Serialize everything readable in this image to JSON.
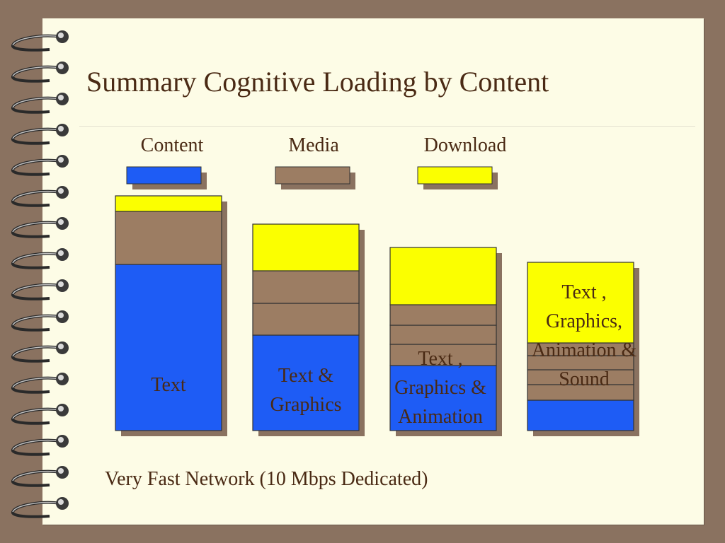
{
  "title": "Summary Cognitive Loading by Content",
  "chart_data": {
    "type": "bar",
    "stacked": true,
    "legend": [
      {
        "name": "Content",
        "color": "#1e5cf5"
      },
      {
        "name": "Media",
        "color": "#9c7d63"
      },
      {
        "name": "Download",
        "color": "#fbff00"
      }
    ],
    "bars": [
      {
        "label": "Text",
        "segments": [
          {
            "series": "Content",
            "value": 235
          },
          {
            "series": "Media",
            "value": 75
          },
          {
            "series": "Download",
            "value": 22
          }
        ]
      },
      {
        "label": "Text & Graphics",
        "segments": [
          {
            "series": "Content",
            "value": 135
          },
          {
            "series": "Media",
            "value": 45
          },
          {
            "series": "Media",
            "value": 46
          },
          {
            "series": "Download",
            "value": 66
          }
        ]
      },
      {
        "label": "Text , Graphics & Animation",
        "segments": [
          {
            "series": "Content",
            "value": 92
          },
          {
            "series": "Media",
            "value": 30
          },
          {
            "series": "Media",
            "value": 27
          },
          {
            "series": "Media",
            "value": 29
          },
          {
            "series": "Download",
            "value": 81
          }
        ]
      },
      {
        "label": "Text , Graphics, Animation & Sound",
        "segments": [
          {
            "series": "Content",
            "value": 43
          },
          {
            "series": "Media",
            "value": 22
          },
          {
            "series": "Media",
            "value": 21
          },
          {
            "series": "Media",
            "value": 20
          },
          {
            "series": "Media",
            "value": 18
          },
          {
            "series": "Download",
            "value": 114
          }
        ]
      }
    ]
  },
  "subtitle": "Very Fast Network (10 Mbps Dedicated)",
  "colors": {
    "text": "#4a2a14",
    "page": "#fdfce6",
    "background": "#8a7260",
    "shadow": "#8a7260"
  }
}
